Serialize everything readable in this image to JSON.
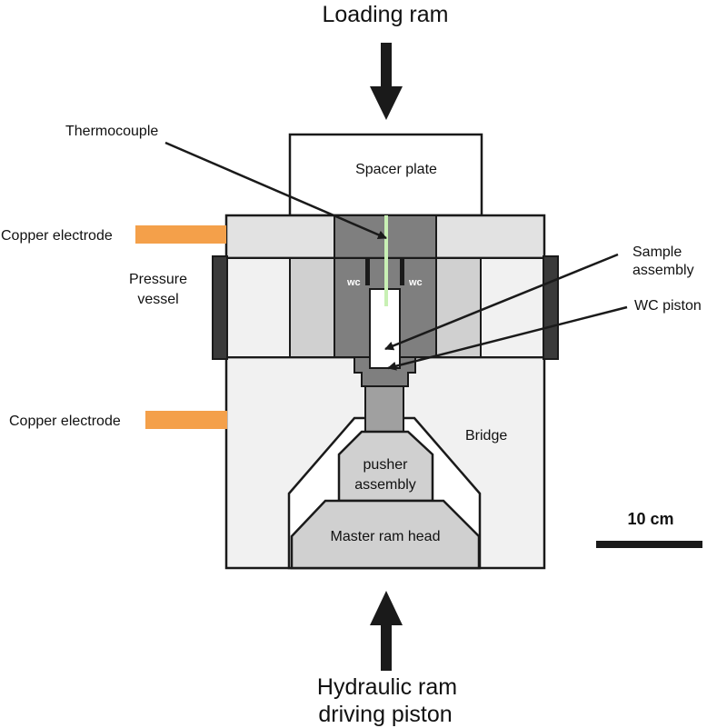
{
  "labels": {
    "loading_ram": "Loading ram",
    "spacer_plate": "Spacer plate",
    "thermocouple": "Thermocouple",
    "copper_electrode_top": "Copper electrode",
    "copper_electrode_bottom": "Copper electrode",
    "pressure_vessel_line1": "Pressure",
    "pressure_vessel_line2": "vessel",
    "wc_left": "wc",
    "wc_right": "wc",
    "sample_assembly_line1": "Sample",
    "sample_assembly_line2": "assembly",
    "wc_piston": "WC piston",
    "bridge": "Bridge",
    "pusher_line1": "pusher",
    "pusher_line2": "assembly",
    "master_ram_head": "Master ram head",
    "scale_bar": "10 cm",
    "hydraulic_line1": "Hydraulic ram",
    "hydraulic_line2": "driving piston"
  },
  "colors": {
    "outline": "#1a1a1a",
    "electrode": "#f4a04a",
    "light_gray": "#e2e2e2",
    "mid_gray": "#d0d0d0",
    "dark_gray": "#7f7f7f",
    "vessel_band": "#3a3a3a",
    "bridge_fill": "#f1f1f1",
    "thermocouple_wire": "#c8f0b4"
  }
}
